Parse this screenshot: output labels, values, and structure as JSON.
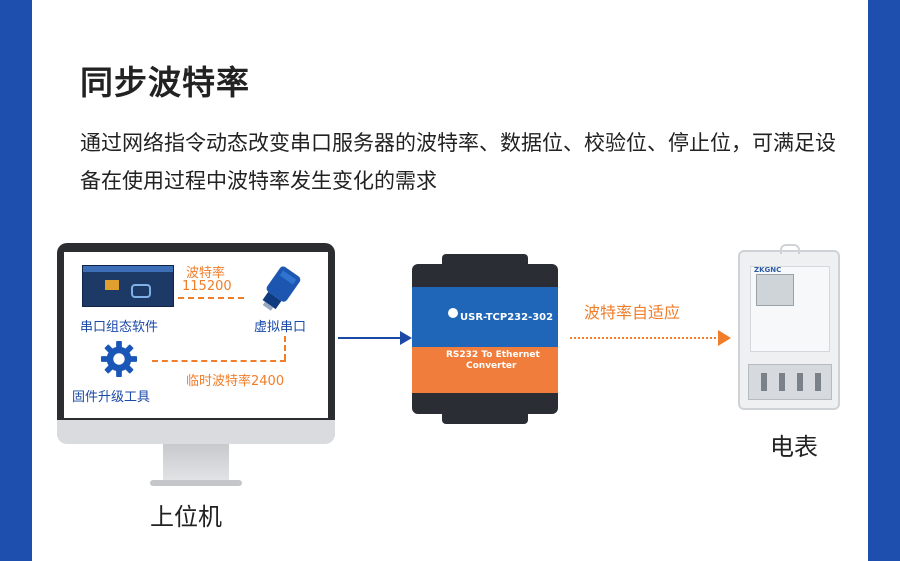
{
  "title": "同步波特率",
  "description": "通过网络指令动态改变串口服务器的波特率、数据位、校验位、停止位，可满足设备在使用过程中波特率发生变化的需求",
  "computer": {
    "label": "上位机",
    "software_label": "串口组态软件",
    "tool_label": "固件升级工具",
    "virtual_port_label": "虚拟串口",
    "baud_label": "波特率",
    "baud_value": "115200",
    "temp_baud": "临时波特率2400"
  },
  "device": {
    "model": "USR-TCP232-302",
    "line1": "RS232 To Ethernet",
    "line2": "Converter"
  },
  "adapt_label": "波特率自适应",
  "meter": {
    "label": "电表",
    "brand": "ZKGNC"
  },
  "colors": {
    "frame_blue": "#1f4fae",
    "accent_orange": "#f07d2a",
    "label_blue": "#1a49a8"
  }
}
